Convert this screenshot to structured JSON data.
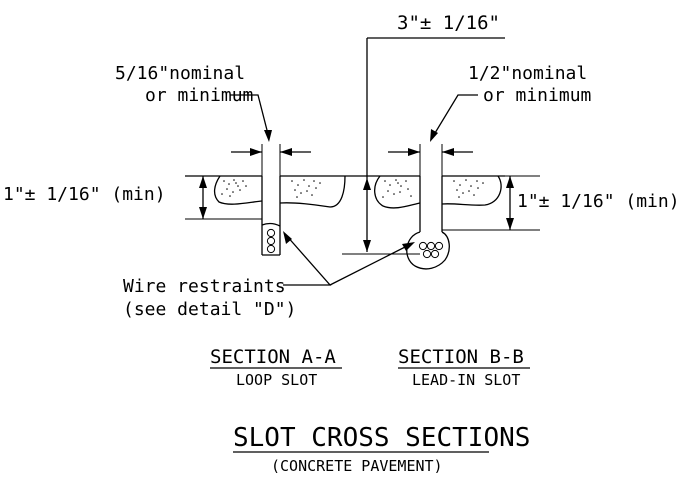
{
  "dimensions": {
    "overall_depth": "3\"± 1/16\"",
    "left_slot_width_line1": "5/16\"nominal",
    "left_slot_width_line2": "or minimum",
    "right_slot_width_line1": "1/2\"nominal",
    "right_slot_width_line2": "or minimum",
    "left_depth": "1\"± 1/16\" (min)",
    "right_depth": "1\"± 1/16\" (min)"
  },
  "callouts": {
    "wire_line1": "Wire restraints",
    "wire_line2": "(see detail \"D\")"
  },
  "sections": {
    "a_title": "SECTION A-A",
    "a_sub": "LOOP SLOT",
    "b_title": "SECTION B-B",
    "b_sub": "LEAD-IN SLOT"
  },
  "title": {
    "main": "SLOT CROSS SECTIONS",
    "sub": "(CONCRETE PAVEMENT)"
  }
}
